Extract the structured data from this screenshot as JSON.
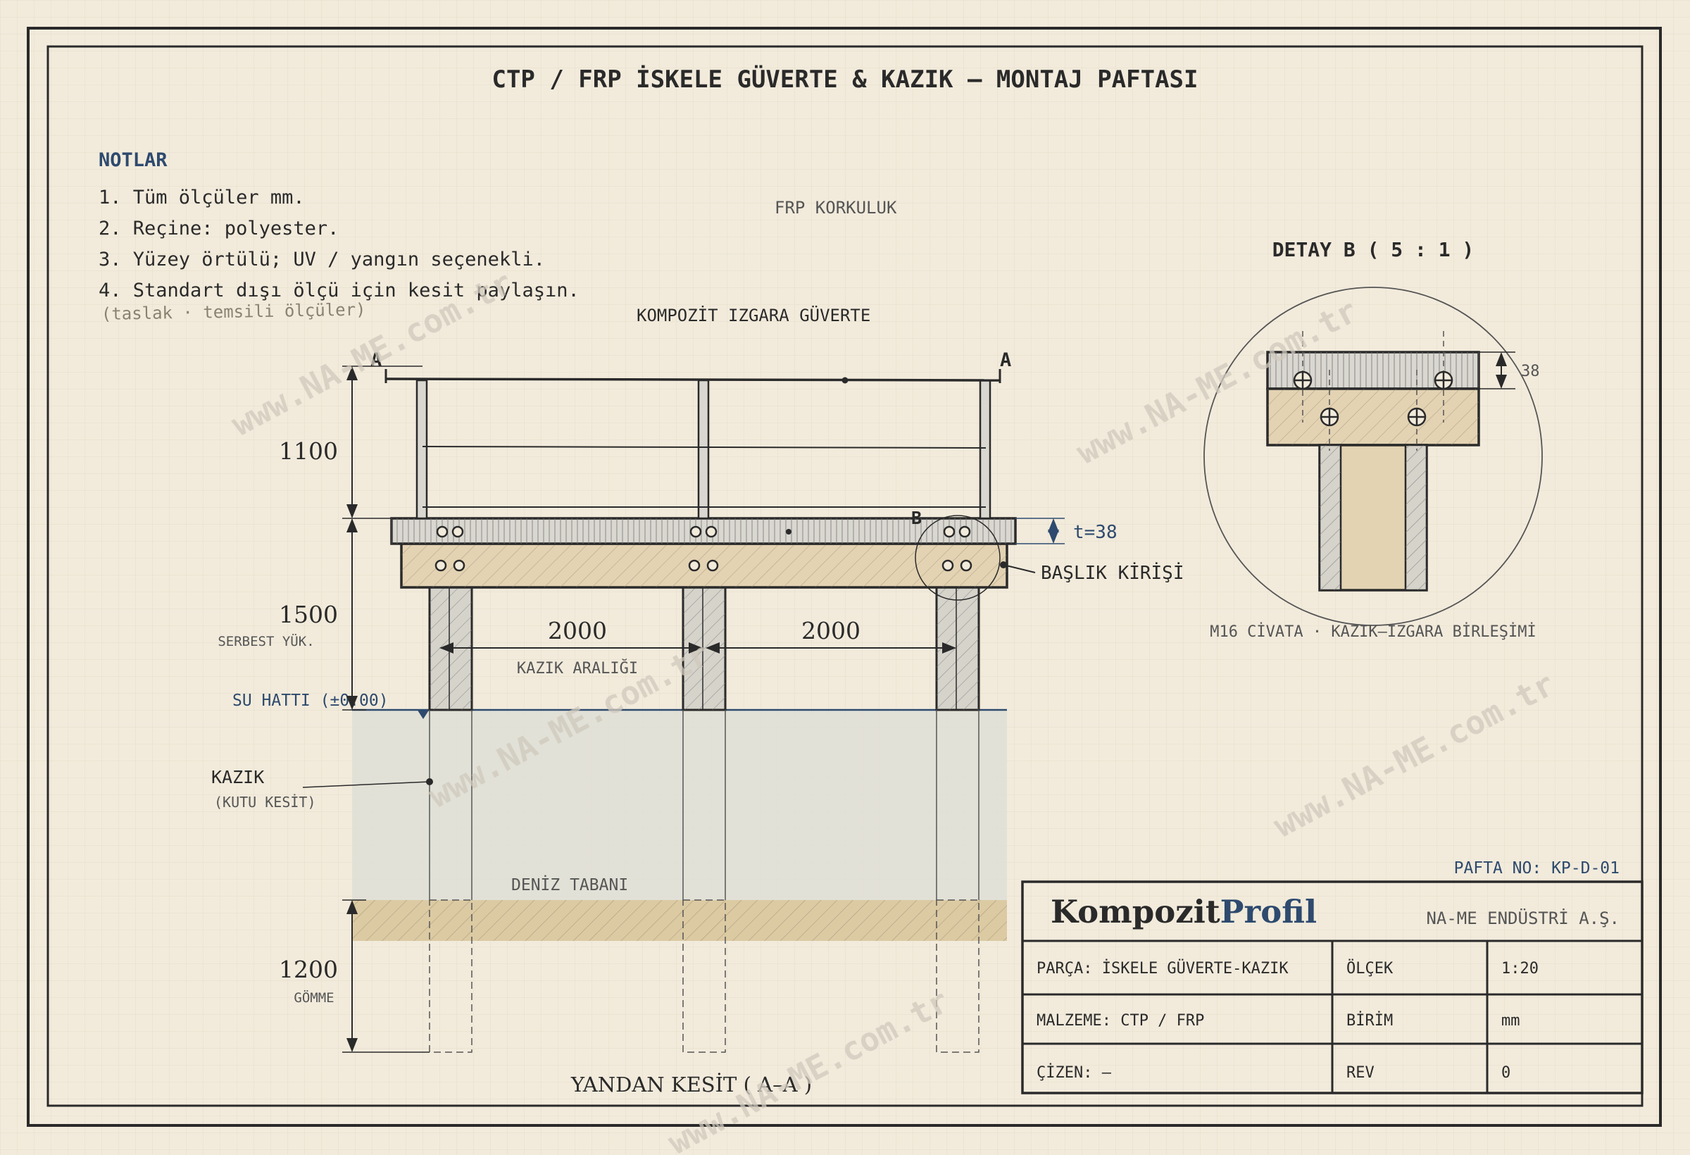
{
  "title": "CTP / FRP İSKELE GÜVERTE & KAZIK — MONTAJ PAFTASI",
  "notes": {
    "heading": "NOTLAR",
    "items": [
      "1. Tüm ölçüler mm.",
      "2. Reçine: polyester.",
      "3. Yüzey örtülü; UV / yangın seçenekli.",
      "4. Standart dışı ölçü için kesit paylaşın."
    ],
    "footnote": "(taslak · temsili ölçüler)"
  },
  "section": {
    "label_railing": "FRP KORKULUK",
    "label_deck": "KOMPOZİT IZGARA GÜVERTE",
    "cut_left": "A",
    "cut_right": "A",
    "detail_marker": "B",
    "dim_railing": "1100",
    "dim_free": "1500",
    "dim_free_sub": "SERBEST YÜK.",
    "dim_embed": "1200",
    "dim_embed_sub": "GÖMME",
    "thickness": "t=38",
    "cap_beam": "BAŞLIK KİRİŞİ",
    "span_1": "2000",
    "span_2": "2000",
    "span_label": "KAZIK ARALIĞI",
    "water_line": "SU HATTI (±0.00)",
    "pile_label": "KAZIK",
    "pile_sub": "(KUTU KESİT)",
    "seabed": "DENİZ TABANI",
    "caption": "YANDAN KESİT ( A–A )"
  },
  "detail": {
    "title": "DETAY B ( 5 : 1 )",
    "dim": "38",
    "caption": "M16 CİVATA · KAZIK–IZGARA BİRLEŞİMİ"
  },
  "title_block": {
    "sheet_no": "PAFTA NO: KP-D-01",
    "brand_a": "Kompozit",
    "brand_b": "Profil",
    "company": "NA-ME ENDÜSTRİ A.Ş.",
    "rows": [
      {
        "k": "PARÇA: İSKELE GÜVERTE-KAZIK",
        "l": "ÖLÇEK",
        "v": "1:20"
      },
      {
        "k": "MALZEME: CTP / FRP",
        "l": "BİRİM",
        "v": "mm"
      },
      {
        "k": "ÇİZEN: —",
        "l": "REV",
        "v": "0"
      }
    ]
  },
  "watermark": "www.NA-ME.com.tr",
  "colors": {
    "paper": "#f2ebdc",
    "ink": "#2a2a2a",
    "accent": "#2e4a6e",
    "wood": "#e3d3b3",
    "water": "#e0e0d6",
    "seabed": "#dccaa3"
  }
}
